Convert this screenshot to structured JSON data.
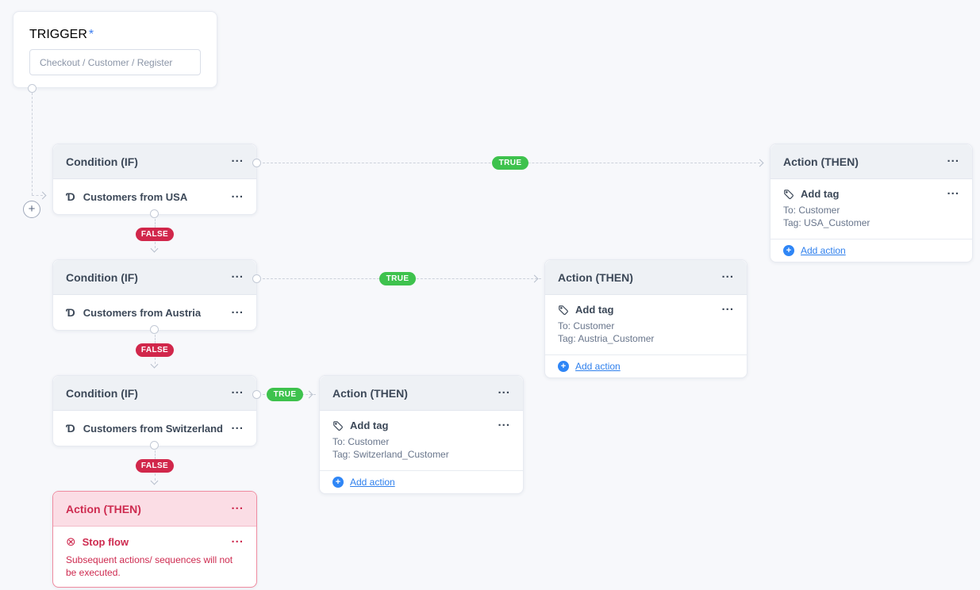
{
  "ui": {
    "menu_dots": "...",
    "true_label": "TRUE",
    "false_label": "FALSE"
  },
  "colors": {
    "true_badge": "#3ec24d",
    "false_badge": "#d1274b",
    "link_blue": "#2f80ed",
    "danger": "#ce2b50",
    "header_bg": "#eef1f5",
    "canvas_bg": "#f7f8fb"
  },
  "icons": {
    "condition": "Ɗ",
    "stop": "⊗",
    "add_node": "+",
    "add_action": "+"
  },
  "trigger": {
    "label": "TRIGGER",
    "required_mark": "*",
    "value": "Checkout / Customer / Register"
  },
  "conditions": [
    {
      "title": "Condition (IF)",
      "name": "Customers from USA"
    },
    {
      "title": "Condition (IF)",
      "name": "Customers from Austria"
    },
    {
      "title": "Condition (IF)",
      "name": "Customers from Switzerland"
    }
  ],
  "actions": [
    {
      "title": "Action (THEN)",
      "name": "Add tag",
      "to": "To: Customer",
      "tag": "Tag: USA_Customer",
      "add_action": "Add action"
    },
    {
      "title": "Action (THEN)",
      "name": "Add tag",
      "to": "To: Customer",
      "tag": "Tag: Austria_Customer",
      "add_action": "Add action"
    },
    {
      "title": "Action (THEN)",
      "name": "Add tag",
      "to": "To: Customer",
      "tag": "Tag: Switzerland_Customer",
      "add_action": "Add action"
    }
  ],
  "stop": {
    "title": "Action (THEN)",
    "name": "Stop flow",
    "description": "Subsequent actions/ sequences will not be executed."
  }
}
